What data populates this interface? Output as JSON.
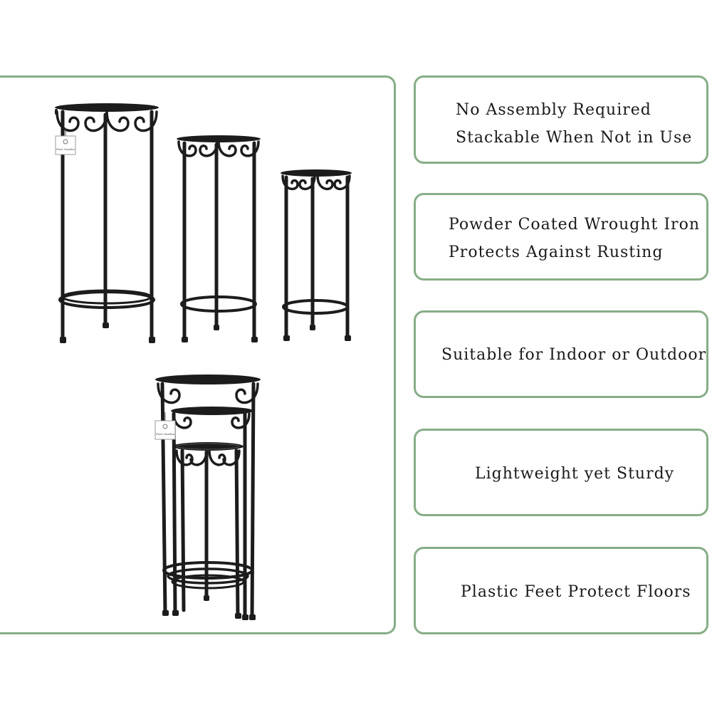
{
  "product": {
    "tag_brand": "Pure Garden"
  },
  "features": [
    {
      "lines": [
        "No Assembly Required",
        "Stackable When Not in Use"
      ]
    },
    {
      "lines": [
        "Powder Coated Wrought Iron",
        "Protects Against Rusting"
      ]
    },
    {
      "lines": [
        "Suitable for Indoor or Outdoor"
      ]
    },
    {
      "lines": [
        "Lightweight yet Sturdy"
      ]
    },
    {
      "lines": [
        "Plastic Feet Protect Floors"
      ]
    }
  ],
  "colors": {
    "border": "#87ad87",
    "iron": "#1c1c1c",
    "text": "#1a1a1a"
  }
}
